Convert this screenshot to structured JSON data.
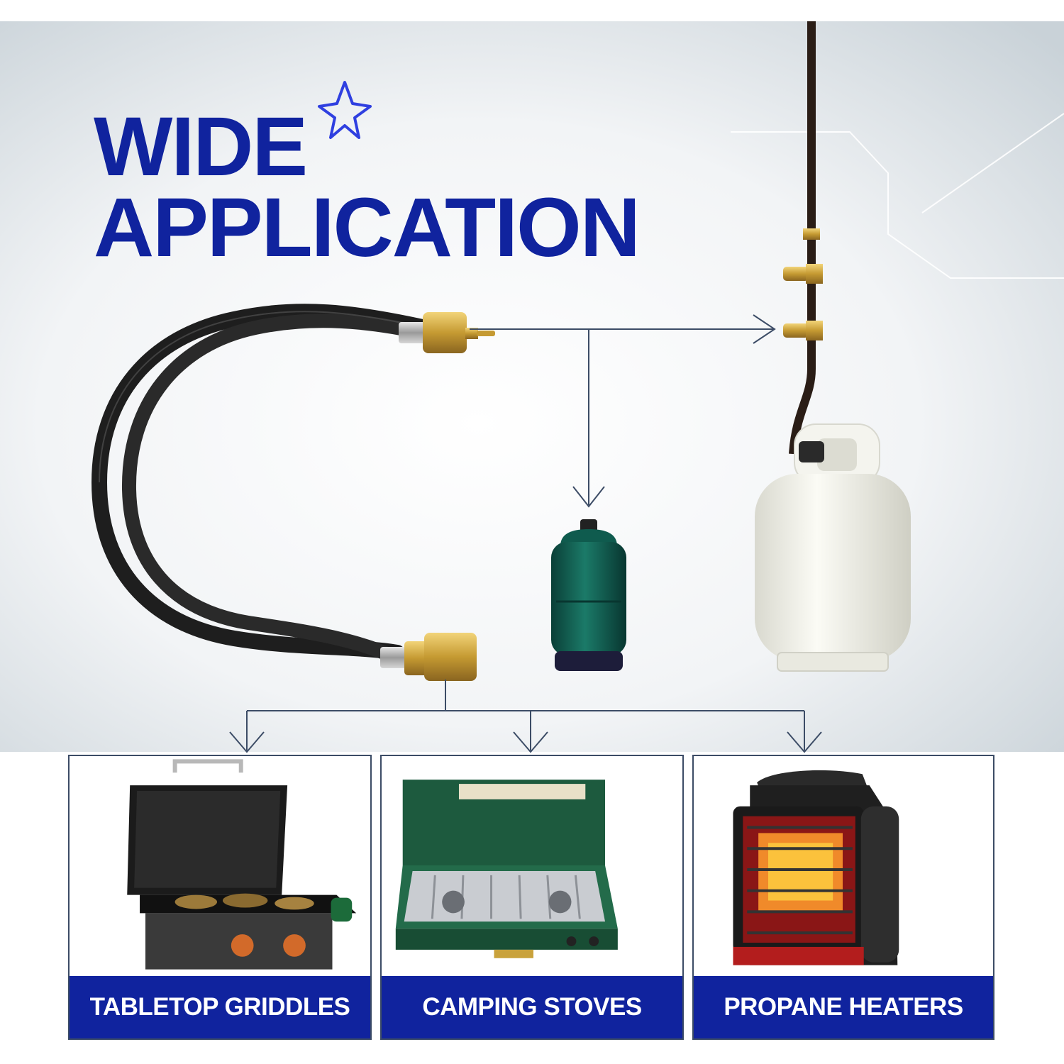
{
  "headline": {
    "line1": "WIDE",
    "line2": "APPLICATION"
  },
  "colors": {
    "brand_blue": "#10239e",
    "connector_line": "#3c4c66",
    "brass": "#c9a23c",
    "hose": "#1e1e1e",
    "small_cylinder": "#0f5b4e",
    "tank": "#f2f2ea"
  },
  "icons": [
    "sparkle-icon"
  ],
  "applications": [
    {
      "label": "TABLETOP GRIDDLES"
    },
    {
      "label": "CAMPING STOVES"
    },
    {
      "label": "PROPANE HEATERS"
    }
  ]
}
